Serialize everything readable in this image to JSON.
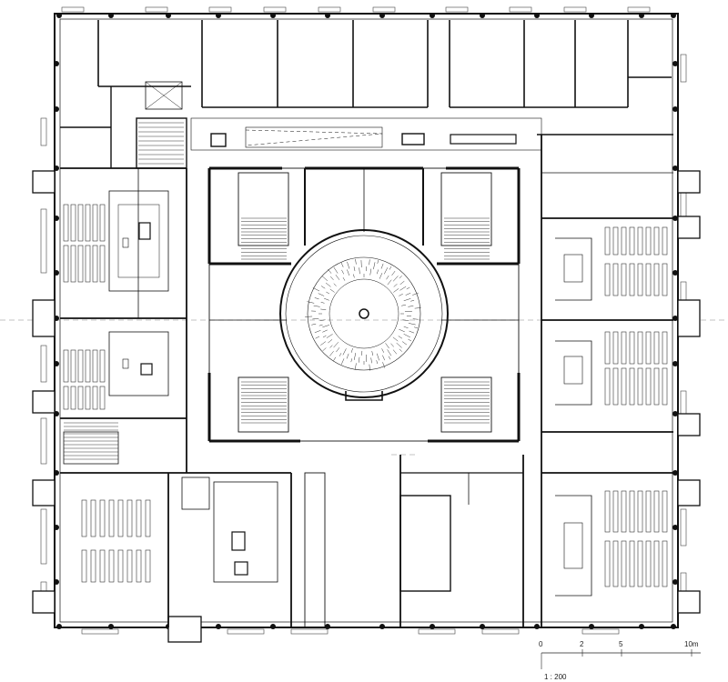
{
  "scale_bar": {
    "ticks": [
      "0",
      "2",
      "5",
      "10m"
    ],
    "ratio": "1 : 200"
  },
  "colors": {
    "ink": "#111111",
    "thin_line": "#555555",
    "paper": "#ffffff"
  }
}
